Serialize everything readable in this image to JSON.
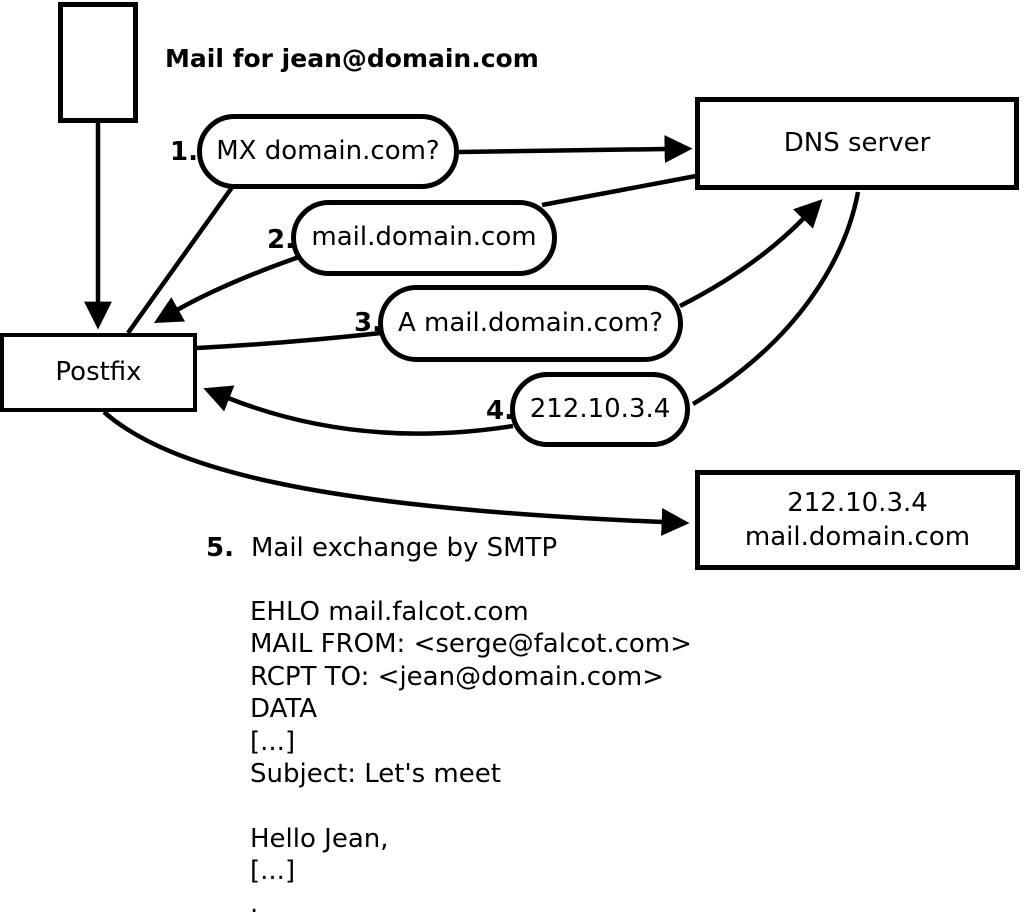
{
  "colors": {
    "background": "#ffffff",
    "line": "#000000",
    "text": "#000000"
  },
  "title": "Mail for jean@domain.com",
  "nodes": {
    "source_document": "mail-message",
    "postfix": "Postfix",
    "dns": "DNS server",
    "destination": {
      "line1": "212.10.3.4",
      "line2": "mail.domain.com"
    }
  },
  "steps": [
    {
      "num": "1.",
      "label": "MX domain.com?"
    },
    {
      "num": "2.",
      "label": "mail.domain.com"
    },
    {
      "num": "3.",
      "label": "A mail.domain.com?"
    },
    {
      "num": "4.",
      "label": "212.10.3.4"
    },
    {
      "num": "5.",
      "label": "Mail exchange by SMTP"
    }
  ],
  "smtp_session": {
    "lines": [
      "EHLO mail.falcot.com",
      "MAIL FROM: <serge@falcot.com>",
      "RCPT TO: <jean@domain.com>",
      "DATA",
      "[...]",
      "Subject: Let's meet",
      "",
      "Hello Jean,",
      "[...]",
      "."
    ]
  }
}
